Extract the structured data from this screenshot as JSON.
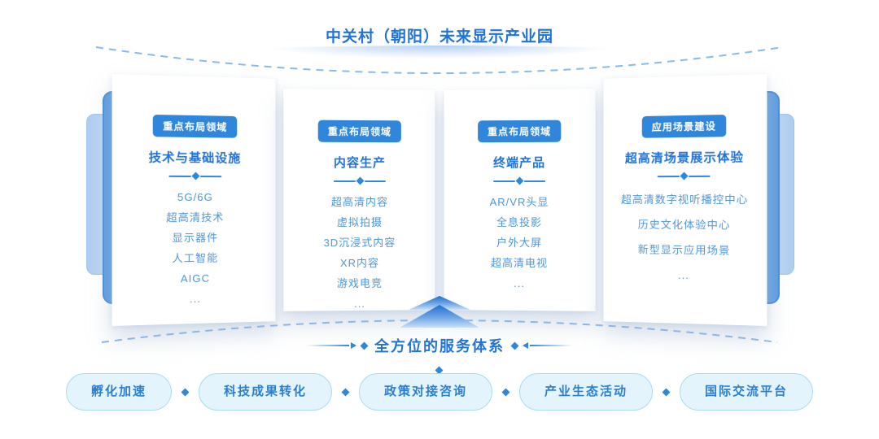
{
  "title": "中关村（朝阳）未来显示产业园",
  "cards": [
    {
      "badge": "重点布局领域",
      "title": "技术与基础设施",
      "items": [
        "5G/6G",
        "超高清技术",
        "显示器件",
        "人工智能",
        "AIGC",
        "..."
      ]
    },
    {
      "badge": "重点布局领域",
      "title": "内容生产",
      "items": [
        "超高清内容",
        "虚拟拍摄",
        "3D沉浸式内容",
        "XR内容",
        "游戏电竞",
        "..."
      ]
    },
    {
      "badge": "重点布局领域",
      "title": "终端产品",
      "items": [
        "AR/VR头显",
        "全息投影",
        "户外大屏",
        "超高清电视",
        "..."
      ]
    },
    {
      "badge": "应用场景建设",
      "title": "超高清场景展示体验",
      "items": [
        "超高清数字视听播控中心",
        "历史文化体验中心",
        "新型显示应用场景",
        "..."
      ]
    }
  ],
  "services": {
    "title": "全方位的服务体系",
    "items": [
      "孵化加速",
      "科技成果转化",
      "政策对接咨询",
      "产业生态活动",
      "国际交流平台"
    ]
  },
  "colors": {
    "accent_blue": "#2f86da",
    "title_blue": "#2273d8",
    "item_text_blue": "#4e95da",
    "pill_bg": "#e4f4fd",
    "pill_border": "#a9dcf6",
    "pill_text": "#2b7fd0",
    "dashed_line": "#8ab9ed",
    "panel_dark": "#5e9de0",
    "panel_light": "#aecdf0"
  }
}
